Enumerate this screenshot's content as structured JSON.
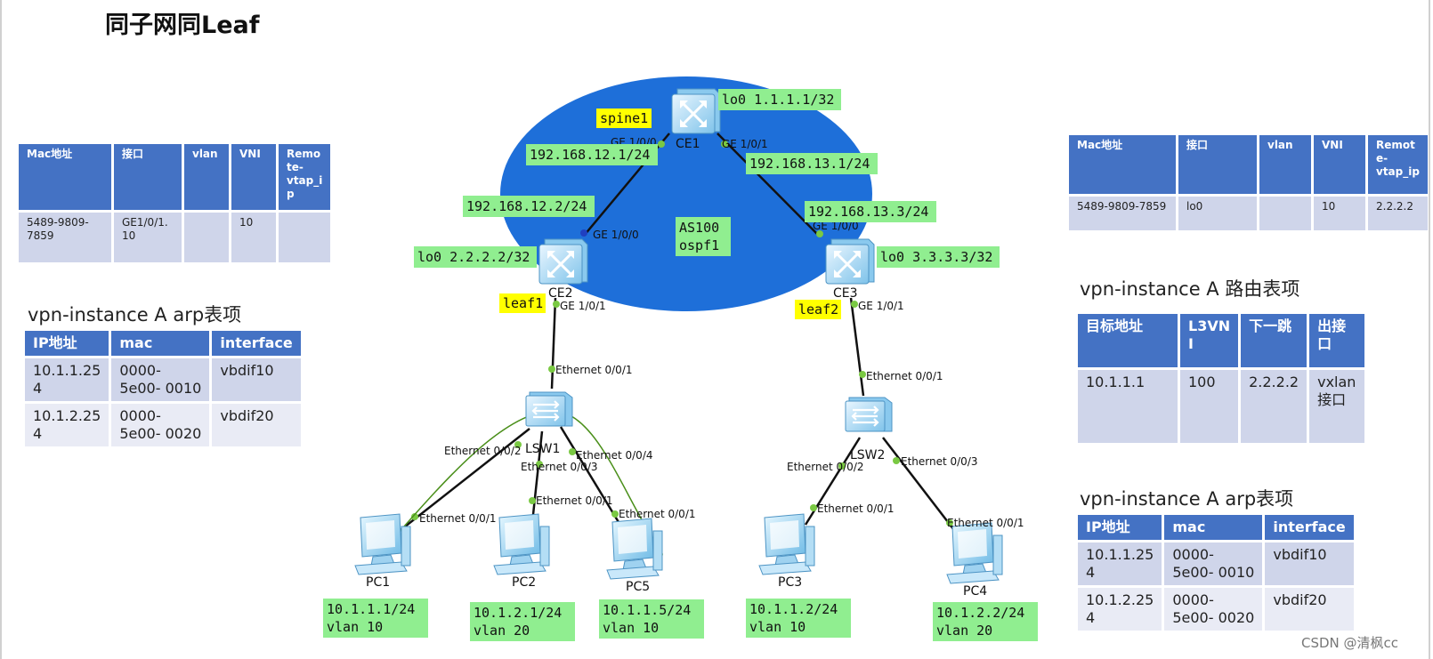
{
  "title": "同子网同Leaf",
  "watermark": "CSDN @清枫cc",
  "topology": {
    "as_label": "AS100",
    "ospf_label": "ospf1",
    "nodes": {
      "ce1": {
        "name": "CE1",
        "role": "spine1",
        "loopback": "lo0 1.1.1.1/32"
      },
      "ce2": {
        "name": "CE2",
        "role": "leaf1",
        "loopback": "lo0 2.2.2.2/32"
      },
      "ce3": {
        "name": "CE3",
        "role": "leaf2",
        "loopback": "lo0 3.3.3.3/32"
      },
      "lsw1": {
        "name": "LSW1"
      },
      "lsw2": {
        "name": "LSW2"
      },
      "pc1": {
        "name": "PC1",
        "ip": "10.1.1.1/24",
        "vlan": "vlan 10"
      },
      "pc2": {
        "name": "PC2",
        "ip": "10.1.2.1/24",
        "vlan": "vlan 20"
      },
      "pc5": {
        "name": "PC5",
        "ip": "10.1.1.5/24",
        "vlan": "vlan 10"
      },
      "pc3": {
        "name": "PC3",
        "ip": "10.1.1.2/24",
        "vlan": "vlan 10"
      },
      "pc4": {
        "name": "PC4",
        "ip": "10.1.2.2/24",
        "vlan": "vlan 20"
      }
    },
    "links": {
      "ce1_ce2": {
        "ce1_port": "GE 1/0/0",
        "ce1_ip": "192.168.12.1/24",
        "ce2_ip": "192.168.12.2/24",
        "ce2_port": "GE 1/0/0"
      },
      "ce1_ce3": {
        "ce1_port": "GE 1/0/1",
        "ce1_ip": "192.168.13.1/24",
        "ce3_ip": "192.168.13.3/24",
        "ce3_port": "GE 1/0/0"
      },
      "ce2_lsw1": {
        "ce2_port": "GE 1/0/1",
        "lsw_port": "Ethernet 0/0/1"
      },
      "ce3_lsw2": {
        "ce3_port": "GE 1/0/1",
        "lsw_port": "Ethernet 0/0/1"
      },
      "lsw1_pc1": {
        "lsw_port": "Ethernet 0/0/2",
        "pc_port": "Ethernet 0/0/1"
      },
      "lsw1_pc2": {
        "lsw_port": "Ethernet 0/0/3",
        "pc_port": "Ethernet 0/0/1"
      },
      "lsw1_pc5": {
        "lsw_port": "Ethernet 0/0/4",
        "pc_port": "Ethernet 0/0/1"
      },
      "lsw2_pc3": {
        "lsw_port": "Ethernet 0/0/2",
        "pc_port": "Ethernet 0/0/1"
      },
      "lsw2_pc4": {
        "lsw_port": "Ethernet 0/0/3",
        "pc_port": "Ethernet 0/0/1"
      }
    }
  },
  "mac_table_left": {
    "headers": [
      "Mac地址",
      "接口",
      "vlan",
      "VNI",
      "Remo te- vtap_i p"
    ],
    "rows": [
      [
        "5489-9809- 7859",
        "GE1/0/1. 10",
        "",
        "10",
        ""
      ]
    ]
  },
  "mac_table_right": {
    "headers": [
      "Mac地址",
      "接口",
      "vlan",
      "VNI",
      "Remot e- vtap_ip"
    ],
    "rows": [
      [
        "5489-9809-7859",
        "lo0",
        "",
        "10",
        "2.2.2.2"
      ]
    ]
  },
  "arp_left": {
    "caption": "vpn-instance A arp表项",
    "headers": [
      "IP地址",
      "mac",
      "interface"
    ],
    "rows": [
      [
        "10.1.1.25 4",
        "0000-5e00- 0010",
        "vbdif10"
      ],
      [
        "10.1.2.25 4",
        "0000-5e00- 0020",
        "vbdif20"
      ]
    ]
  },
  "route_right": {
    "caption": "vpn-instance A 路由表项",
    "headers": [
      "目标地址",
      "L3VN I",
      "下一跳",
      "出接 口"
    ],
    "rows": [
      [
        "10.1.1.1",
        "100",
        "2.2.2.2",
        "vxlan 接口"
      ]
    ]
  },
  "arp_right": {
    "caption": "vpn-instance A arp表项",
    "headers": [
      "IP地址",
      "mac",
      "interface"
    ],
    "rows": [
      [
        "10.1.1.25 4",
        "0000-5e00- 0010",
        "vbdif10"
      ],
      [
        "10.1.2.25 4",
        "0000-5e00- 0020",
        "vbdif20"
      ]
    ]
  },
  "colors": {
    "as_area": "#1e6fd9",
    "label_green": "#90ee90",
    "label_yellow": "#ffff00",
    "table_header": "#4472c4",
    "table_row": "#cfd5ea",
    "table_row_alt": "#e9ebf5",
    "port_dot": "#7ac943",
    "flow_curve": "#4a8f1a"
  }
}
